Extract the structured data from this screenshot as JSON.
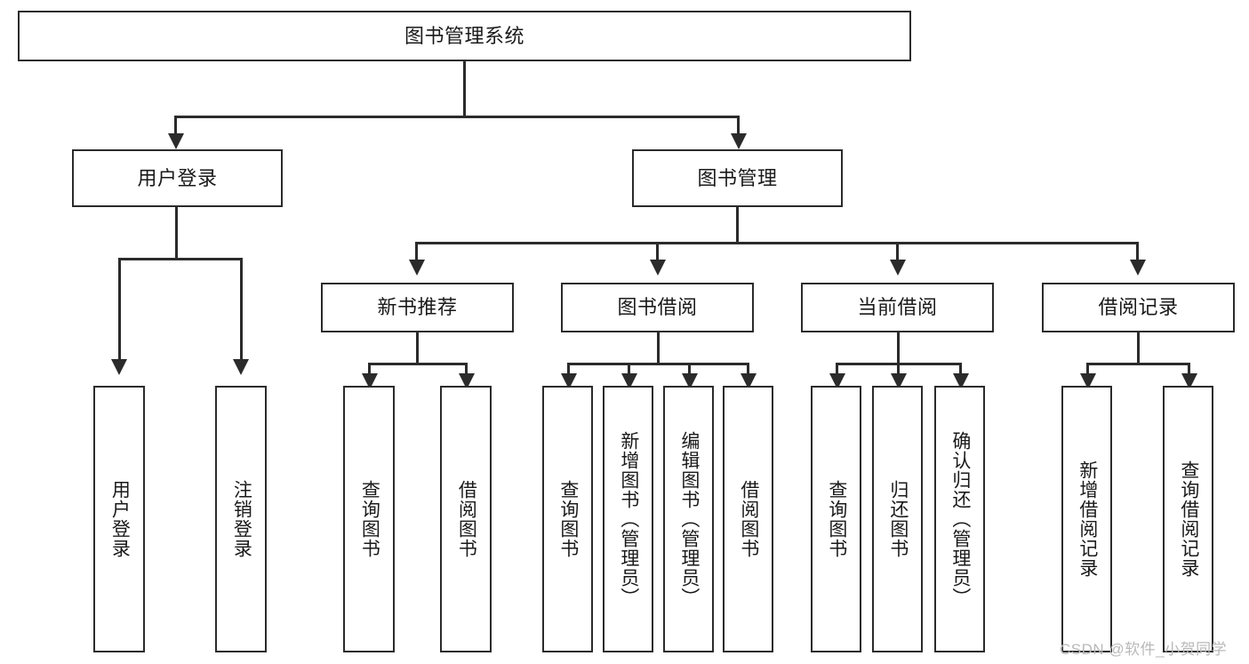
{
  "diagram": {
    "type": "hierarchy-tree",
    "title": "图书管理系统",
    "root": {
      "id": "root",
      "label": "图书管理系统",
      "orientation": "horizontal"
    },
    "level2": [
      {
        "id": "user-login",
        "label": "用户登录",
        "orientation": "horizontal"
      },
      {
        "id": "book-manage",
        "label": "图书管理",
        "orientation": "horizontal"
      }
    ],
    "level3": [
      {
        "id": "new-book-rec",
        "label": "新书推荐",
        "orientation": "horizontal",
        "parent": "book-manage"
      },
      {
        "id": "book-borrow",
        "label": "图书借阅",
        "orientation": "horizontal",
        "parent": "book-manage"
      },
      {
        "id": "current-borrow",
        "label": "当前借阅",
        "orientation": "horizontal",
        "parent": "book-manage"
      },
      {
        "id": "borrow-record",
        "label": "借阅记录",
        "orientation": "horizontal",
        "parent": "book-manage"
      }
    ],
    "leaves": [
      {
        "id": "leaf-user-login",
        "label": "用户登录",
        "parent": "user-login",
        "orientation": "vertical"
      },
      {
        "id": "leaf-user-logout",
        "label": "注销登录",
        "parent": "user-login",
        "orientation": "vertical"
      },
      {
        "id": "leaf-query-book-1",
        "label": "查询图书",
        "parent": "new-book-rec",
        "orientation": "vertical"
      },
      {
        "id": "leaf-borrow-book-1",
        "label": "借阅图书",
        "parent": "new-book-rec",
        "orientation": "vertical"
      },
      {
        "id": "leaf-query-book-2",
        "label": "查询图书",
        "parent": "book-borrow",
        "orientation": "vertical"
      },
      {
        "id": "leaf-add-book",
        "label": "新增图书（管理员）",
        "parent": "book-borrow",
        "orientation": "vertical"
      },
      {
        "id": "leaf-edit-book",
        "label": "编辑图书（管理员）",
        "parent": "book-borrow",
        "orientation": "vertical"
      },
      {
        "id": "leaf-borrow-book-2",
        "label": "借阅图书",
        "parent": "book-borrow",
        "orientation": "vertical"
      },
      {
        "id": "leaf-query-book-3",
        "label": "查询图书",
        "parent": "current-borrow",
        "orientation": "vertical"
      },
      {
        "id": "leaf-return-book",
        "label": "归还图书",
        "parent": "current-borrow",
        "orientation": "vertical"
      },
      {
        "id": "leaf-confirm-return",
        "label": "确认归还（管理员）",
        "parent": "current-borrow",
        "orientation": "vertical"
      },
      {
        "id": "leaf-add-record",
        "label": "新增借阅记录",
        "parent": "borrow-record",
        "orientation": "vertical"
      },
      {
        "id": "leaf-query-record",
        "label": "查询借阅记录",
        "parent": "borrow-record",
        "orientation": "vertical"
      }
    ],
    "watermark": "CSDN @软件_小贺同学",
    "colors": {
      "stroke": "#2b2b2b",
      "fill": "#ffffff",
      "text": "#1a1a1a",
      "watermark": "#b9b9b9"
    }
  }
}
